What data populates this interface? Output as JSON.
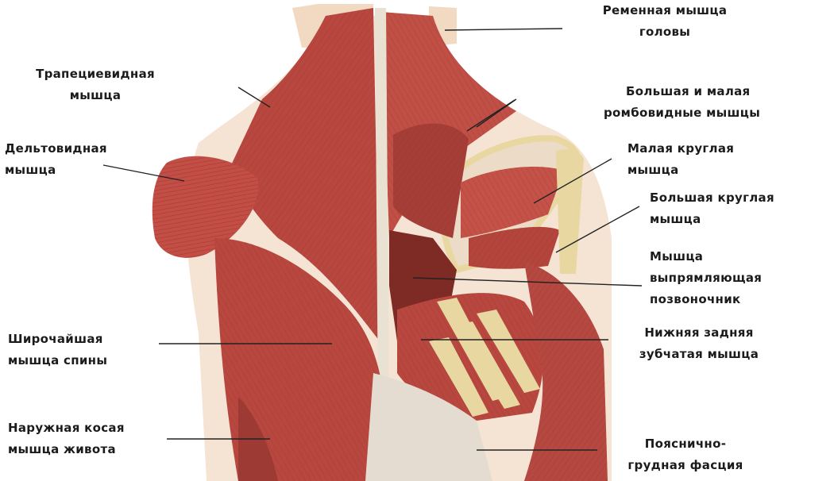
{
  "labels": {
    "splenius": [
      "Ременная мышца",
      "головы"
    ],
    "trapezius": [
      "Трапециевидная",
      "мышца"
    ],
    "rhomboids": [
      "Большая и малая",
      "ромбовидные мышцы"
    ],
    "deltoid": [
      "Дельтовидная",
      "мышца"
    ],
    "teres_minor": [
      "Малая круглая",
      "мышца"
    ],
    "teres_major": [
      "Большая круглая",
      "мышца"
    ],
    "erector": [
      "Мышца",
      "выпрямляющая",
      "позвоночник"
    ],
    "latissimus": [
      "Широчайшая",
      "мышца спины"
    ],
    "serratus": [
      "Нижняя задняя",
      "зубчатая мышца"
    ],
    "oblique": [
      "Наружная косая",
      "мышца живота"
    ],
    "fascia": [
      "Пояснично-",
      "грудная фасция"
    ]
  },
  "colors": {
    "muscle": "#b8473f",
    "muscle_light": "#d9726a",
    "muscle_dark": "#7e2a25",
    "tendon": "#e9e2d2",
    "bone": "#e8d7a0",
    "skin": "#f1d9c2",
    "leader": "#222222"
  }
}
